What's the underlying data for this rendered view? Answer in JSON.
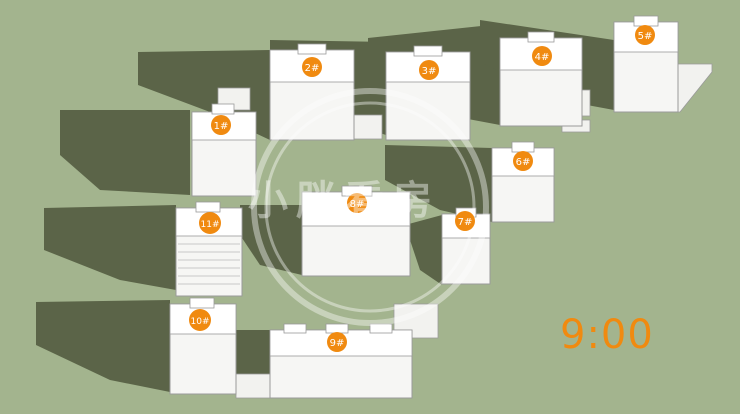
{
  "buildings": [
    {
      "label": "1#"
    },
    {
      "label": "2#"
    },
    {
      "label": "3#"
    },
    {
      "label": "4#"
    },
    {
      "label": "5#"
    },
    {
      "label": "6#"
    },
    {
      "label": "7#"
    },
    {
      "label": "8#"
    },
    {
      "label": "9#"
    },
    {
      "label": "10#"
    },
    {
      "label": "11#"
    }
  ],
  "time_of_day": "9:00",
  "watermark": "小胖看房",
  "colors": {
    "ground": "#a3b48e",
    "shadow": "#5b6448",
    "building": "#f6f6f4",
    "building_edge": "#9a9a9a",
    "label_badge": "#f08a10",
    "label_text": "#ffffff"
  }
}
